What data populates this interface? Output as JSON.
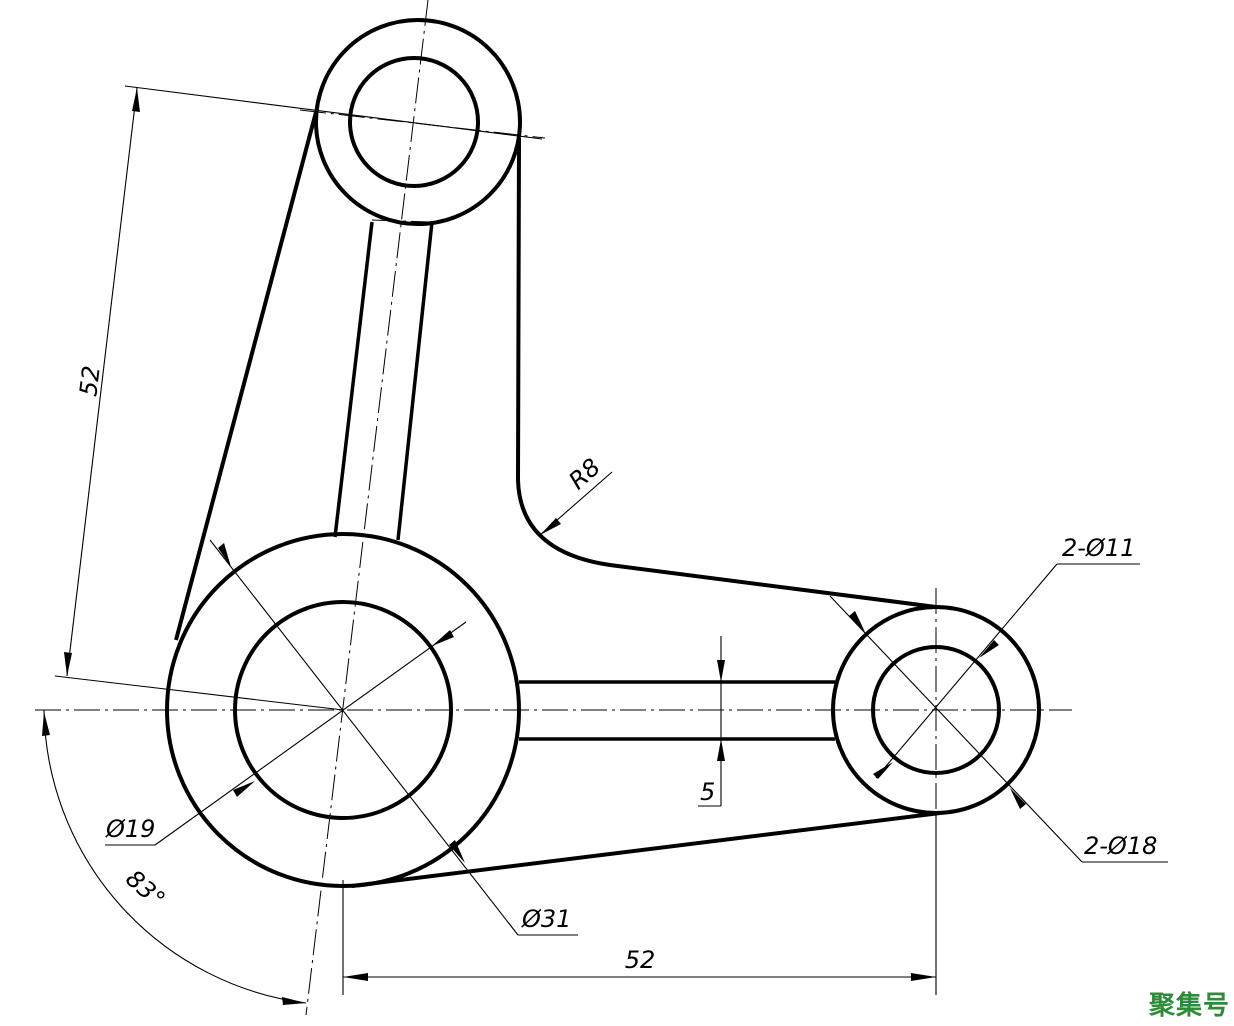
{
  "drawing": {
    "dimensions": {
      "arm_length": "52",
      "horizontal_length": "52",
      "angle": "83°",
      "fillet_radius": "R8",
      "small_hole_diameter": "2-Ø11",
      "small_boss_diameter": "2-Ø18",
      "large_hole_diameter": "Ø19",
      "large_boss_diameter": "Ø31",
      "rib_thickness": "5"
    }
  },
  "watermark": {
    "text": "聚集号",
    "color": "#2e8b3a"
  }
}
